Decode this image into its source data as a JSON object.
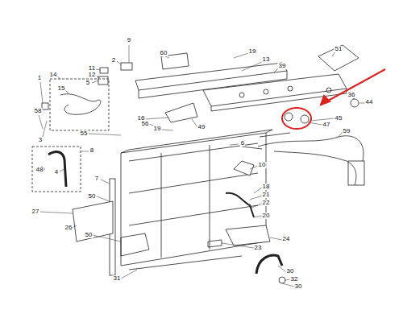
{
  "diagram": {
    "labels": [
      "9",
      "60",
      "19",
      "51",
      "2",
      "13",
      "39",
      "11",
      "12",
      "5",
      "1",
      "14",
      "15",
      "58",
      "3",
      "16",
      "56",
      "19",
      "49",
      "36",
      "44",
      "45",
      "47",
      "55",
      "6",
      "59",
      "8",
      "4",
      "48",
      "10",
      "7",
      "18",
      "50",
      "21",
      "22",
      "20",
      "27",
      "26",
      "50",
      "23",
      "24",
      "30",
      "32",
      "30",
      "31"
    ]
  }
}
